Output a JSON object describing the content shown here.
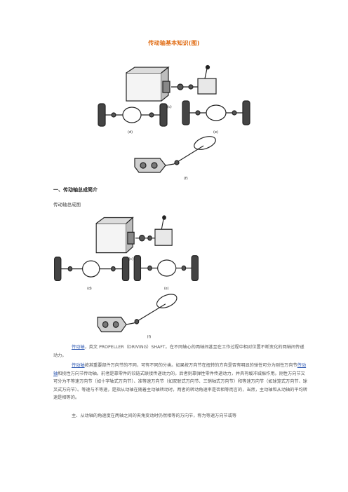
{
  "page": {
    "title": "传动轴基本知识(图)",
    "section_heading": "一、传动轴总成简介",
    "figure_caption": "传动轴总成图"
  },
  "figure_labels": {
    "c": "(c)",
    "d": "(d)",
    "e": "(e)",
    "f": "(f)"
  },
  "paragraphs": {
    "p1_link": "传动轴",
    "p1_text": "，英文 PROPELLER（DRIVING）SHAFT。在不同轴心的两轴间甚至在工作过程中相对位置不断变化的两轴间传递动力。",
    "p2_link1": "传动轴",
    "p2_text1": "按其重要部件万向节的不同，可有不同的分类。如果按万向节在扭转的方向是否有明显的弹性可分为刚性万向节",
    "p2_link2": "传动轴",
    "p2_text2": "和挠性万向节传动轴。前者是靠零件的铰链式联接传递动力的，后者则靠弹性零件传递动力，并具有缓冲减振作用。刚性万向节又可分为不等速万向节（如十字轴式万向节）、准等速万向节（如双联式万向节、三销轴式万向节）和等速万向节（如球笼式万向节、球叉式万向节）。等速与不等速，是指从动轴在随着主动轴转动时，两者的转动角速率是否相等而言的，当然，主动轴和从动轴的平均转速是相等的。",
    "p3_text": "主、从动轴的角速度在两轴之间的夹角变动时仍然相等的万向节，称为等速万向节或等"
  }
}
